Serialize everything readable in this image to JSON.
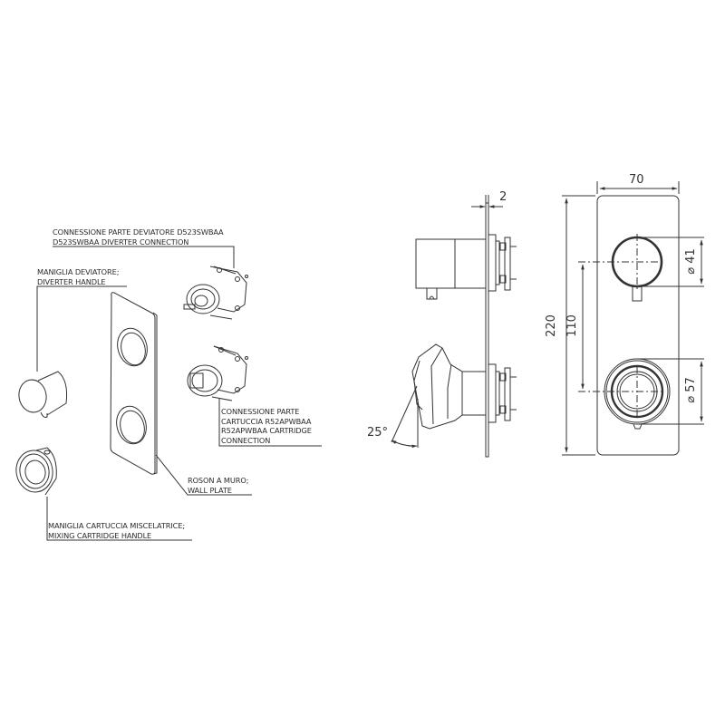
{
  "exploded_view": {
    "labels": {
      "diverter_connection": {
        "line1": "CONNESSIONE PARTE DEVIATORE D523SWBAA",
        "line2": "D523SWBAA DIVERTER CONNECTION"
      },
      "diverter_handle": {
        "line1": "MANIGLIA DEVIATORE;",
        "line2": "DIVERTER HANDLE"
      },
      "cartridge_connection": {
        "line1": "CONNESSIONE PARTE",
        "line2": "CARTUCCIA R52APWBAA",
        "line3": "R52APWBAA CARTRIDGE",
        "line4": "CONNECTION"
      },
      "wall_plate": {
        "line1": "ROSON A MURO;",
        "line2": "WALL PLATE"
      },
      "mixing_handle": {
        "line1": "MANIGLIA CARTUCCIA MISCELATRICE;",
        "line2": "MIXING CARTRIDGE HANDLE"
      }
    }
  },
  "side_view": {
    "plate_thickness": "2",
    "handle_angle": "25°"
  },
  "front_view": {
    "width": "70",
    "height": "220",
    "center_distance": "110",
    "diverter_diameter": "⌀ 41",
    "mixer_diameter": "⌀ 57"
  },
  "colors": {
    "line": "#333333",
    "background": "#ffffff"
  }
}
